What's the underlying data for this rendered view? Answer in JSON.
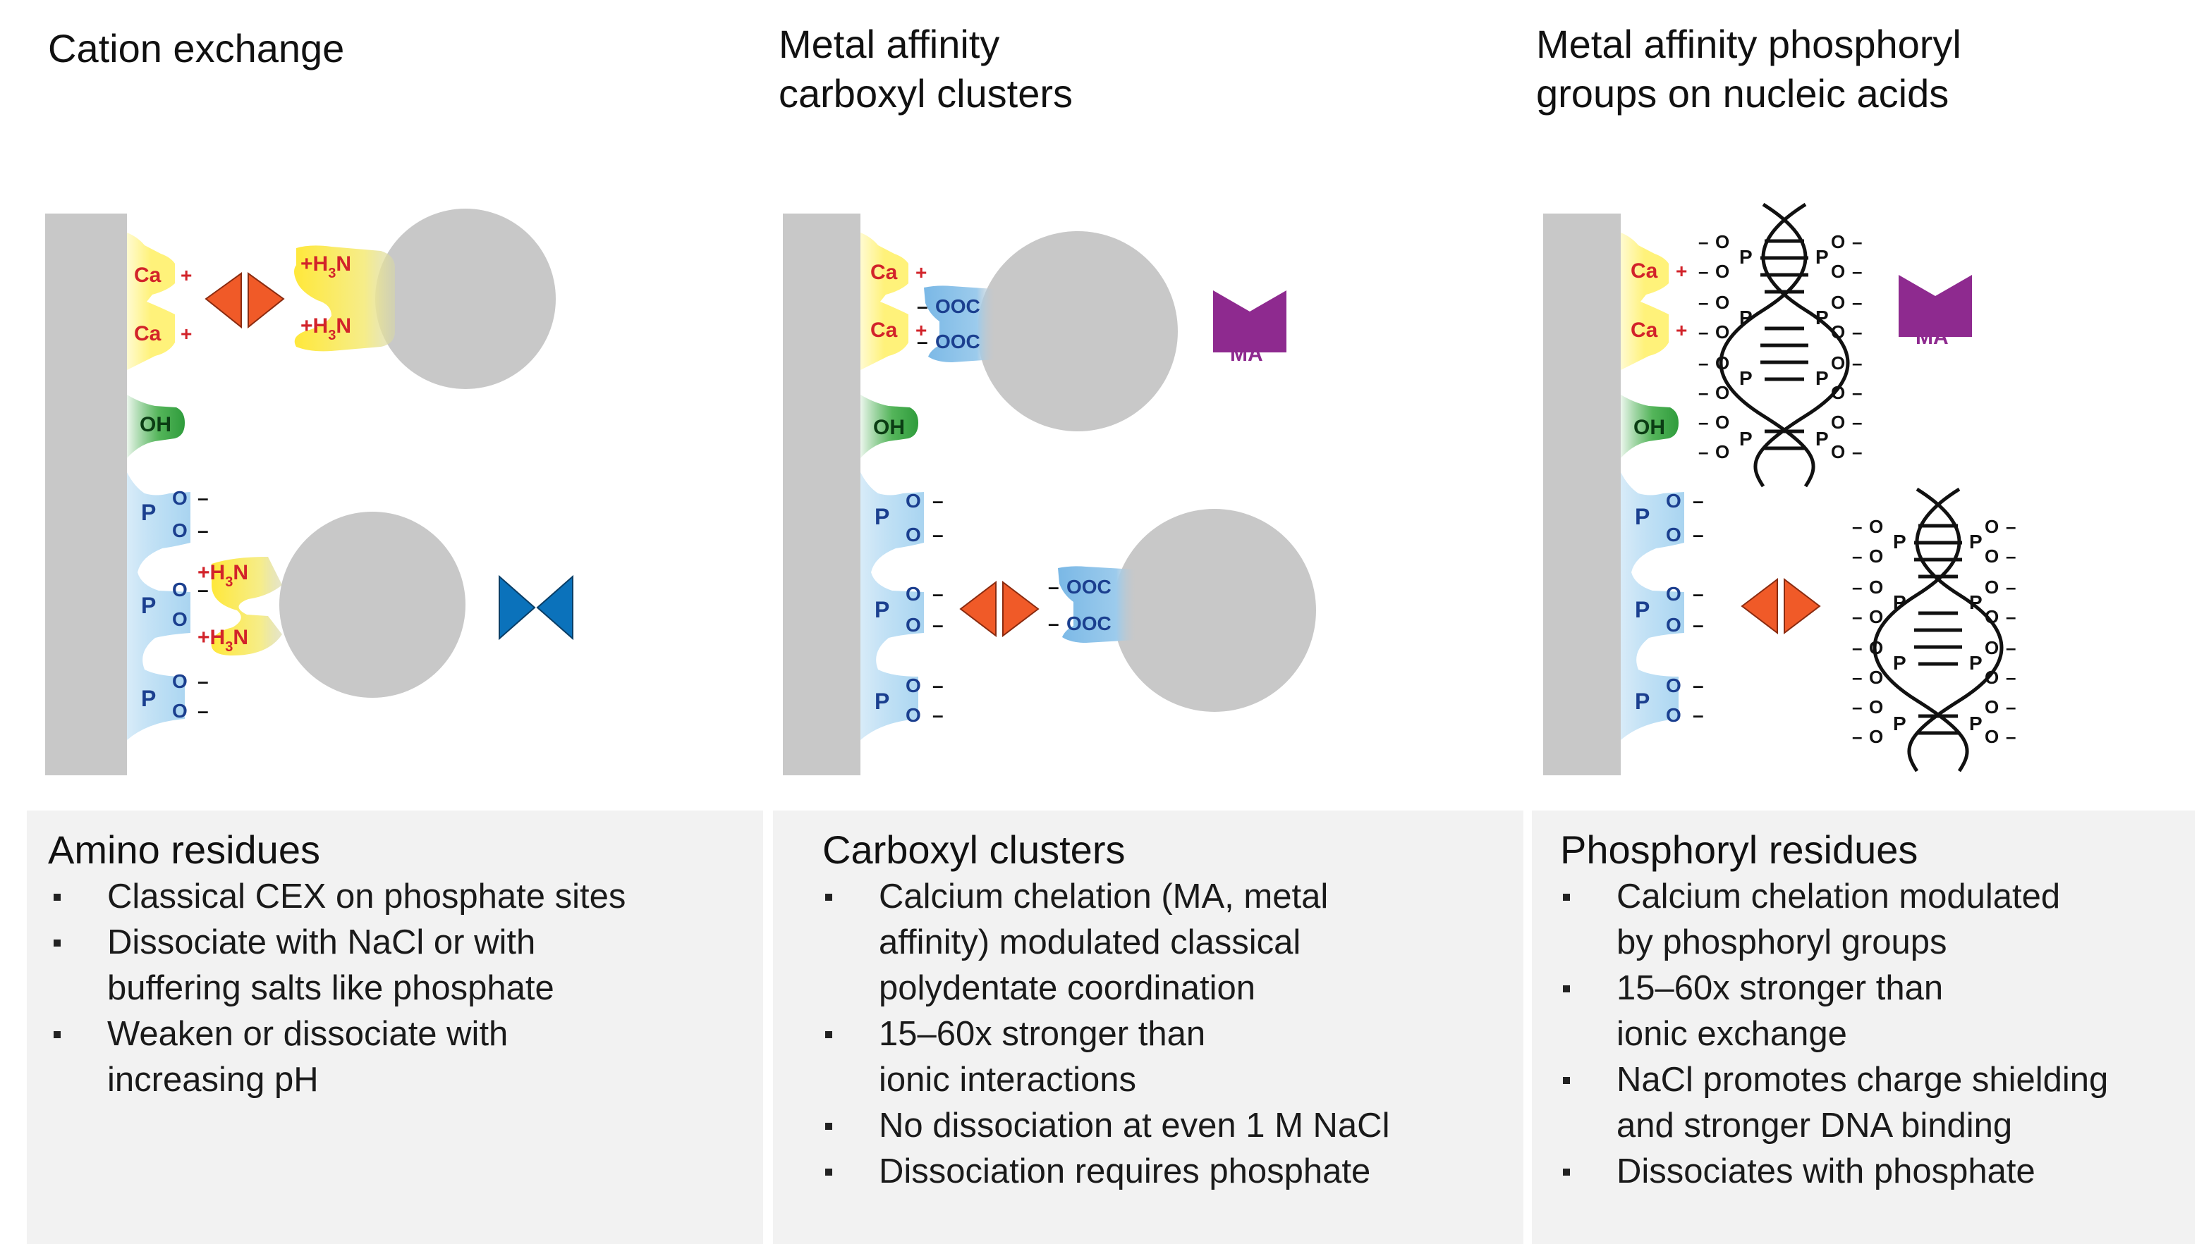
{
  "columns": [
    {
      "title": "Cation exchange",
      "panel": {
        "heading": "Amino residues",
        "bullets": [
          "Classical CEX on phosphate sites",
          "Dissociate with NaCl or with\nbuffering salts like phosphate",
          "Weaken or dissociate with\nincreasing pH"
        ]
      }
    },
    {
      "title": "Metal affinity\ncarboxyl clusters",
      "panel": {
        "heading": "Carboxyl clusters",
        "bullets": [
          "Calcium chelation (MA, metal\naffinity) modulated classical\npolydentate coordination",
          "15–60x stronger than\nionic interactions",
          "No dissociation at even 1 M NaCl",
          "Dissociation requires phosphate"
        ]
      }
    },
    {
      "title": "Metal affinity phosphoryl\ngroups on nucleic acids",
      "panel": {
        "heading": "Phosphoryl residues",
        "bullets": [
          "Calcium chelation modulated\nby phosphoryl groups",
          "15–60x stronger than\nionic exchange",
          "NaCl promotes charge shielding\nand stronger DNA binding",
          "Dissociates with phosphate"
        ]
      }
    }
  ],
  "labels": {
    "ca": "Ca",
    "plus": "+",
    "oh": "OH",
    "p": "P",
    "o": "O",
    "minus": "–",
    "h3n": "+H",
    "h3n_sub": "3",
    "h3n_n": "N",
    "ooc": "OOC",
    "ma": "MA"
  },
  "colors": {
    "surface": "#c8c8c8",
    "protein": "#c8c8c8",
    "calcium_glow": "#fff27a",
    "calcium_text": "#d2232a",
    "hydroxyl_glow": "#3aa845",
    "phosphate_glow": "#a9d4f0",
    "phosphate_text": "#1b3f8f",
    "carboxyl_glow": "#78b6e4",
    "amine_text": "#d2232a",
    "orange_arrow": "#f05a28",
    "blue_arrow": "#0b72bb",
    "metal_affinity": "#8e2a8f",
    "dna": "#111111",
    "panel_bg": "#f2f2f2"
  }
}
